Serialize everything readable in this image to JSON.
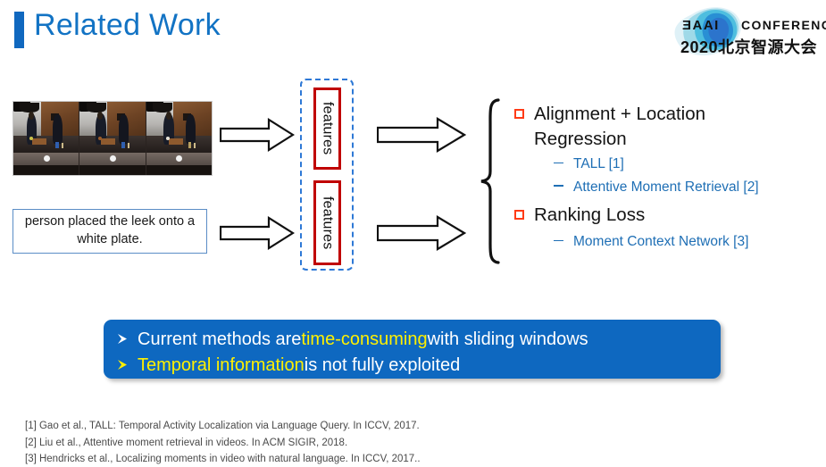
{
  "slide": {
    "title": "Related Work",
    "accent_color": "#1068BF",
    "title_color": "#1273C4"
  },
  "logo": {
    "brand": "ƎAAI",
    "conference": "CONFERENCE",
    "year_line": "2020北京智源大会"
  },
  "pipeline": {
    "video_strip_name": "video-frames",
    "sentence": "person placed the leek onto a white plate.",
    "feature_box_video_label": "features",
    "feature_box_text_label": "features",
    "feature_group_border_color": "#2E79D6",
    "feature_box_border_color": "#C00000"
  },
  "outline": {
    "bullet_color": "#FF3B17",
    "sub_color": "#1F6FB5",
    "items": [
      {
        "label": "Alignment  +  Location Regression",
        "subitems": [
          {
            "label": "TALL [1]"
          },
          {
            "label": "Attentive Moment Retrieval [2]"
          }
        ]
      },
      {
        "label": "Ranking Loss",
        "subitems": [
          {
            "label": "Moment Context Network [3]"
          }
        ]
      }
    ]
  },
  "callout": {
    "background": "#0E68C0",
    "highlight_color": "#FFF000",
    "lines": [
      {
        "chevron_color": "#ffffff",
        "pre": "Current methods are ",
        "highlight": "time-consuming",
        "post": " with sliding windows"
      },
      {
        "chevron_color": "#FFF000",
        "pre": "",
        "highlight": "Temporal information",
        "post": " is not fully exploited"
      }
    ]
  },
  "references": [
    "[1] Gao et al., TALL: Temporal Activity Localization via Language Query. In ICCV, 2017.",
    "[2] Liu et al., Attentive moment retrieval in videos. In ACM SIGIR, 2018.",
    "[3] Hendricks et al., Localizing moments in video with natural language. In ICCV, 2017.."
  ]
}
